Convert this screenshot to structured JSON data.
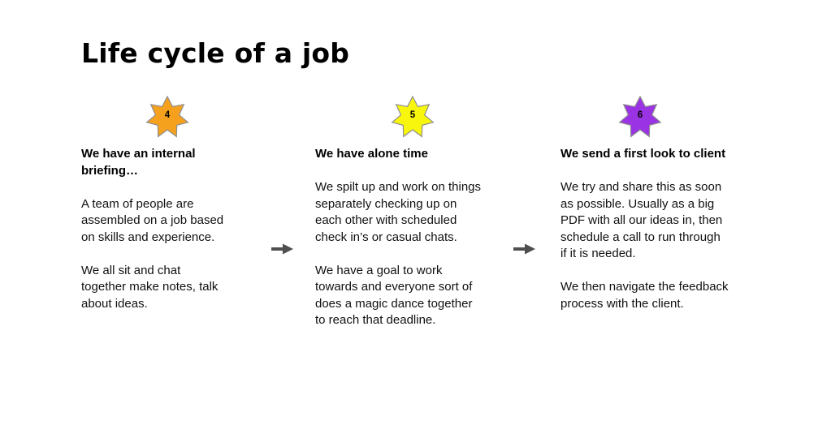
{
  "slide": {
    "background": "#ffffff",
    "text_color": "#101010"
  },
  "title": "Life cycle of a job",
  "arrow_color": "#4f4f4f",
  "star_border_color": "#8f8f8f",
  "steps": [
    {
      "number": "4",
      "star_icon": "seven-point-star",
      "star_color": "#F6A11E",
      "heading": "We have an internal\nbriefing…",
      "paragraphs": [
        "A team of people are\nassembled on a job based\non skills and experience.",
        "We all sit and chat\ntogether make notes, talk\nabout ideas."
      ]
    },
    {
      "number": "5",
      "star_icon": "seven-point-star",
      "star_color": "#F8F60D",
      "heading": "We have alone time",
      "paragraphs": [
        "We spilt up and work on things\nseparately checking up on\neach other with scheduled\ncheck in’s or casual chats.",
        "We have a goal to work\ntowards and everyone sort of\ndoes a magic dance together\nto reach that deadline."
      ]
    },
    {
      "number": "6",
      "star_icon": "seven-point-star",
      "star_color": "#9A33E3",
      "heading": "We send a first look to client",
      "paragraphs": [
        "We try and share this as soon\nas possible. Usually as a big\nPDF with all our ideas in, then\nschedule a call to run through\nif it is needed.",
        "We then navigate the feedback\nprocess with the client."
      ]
    }
  ]
}
